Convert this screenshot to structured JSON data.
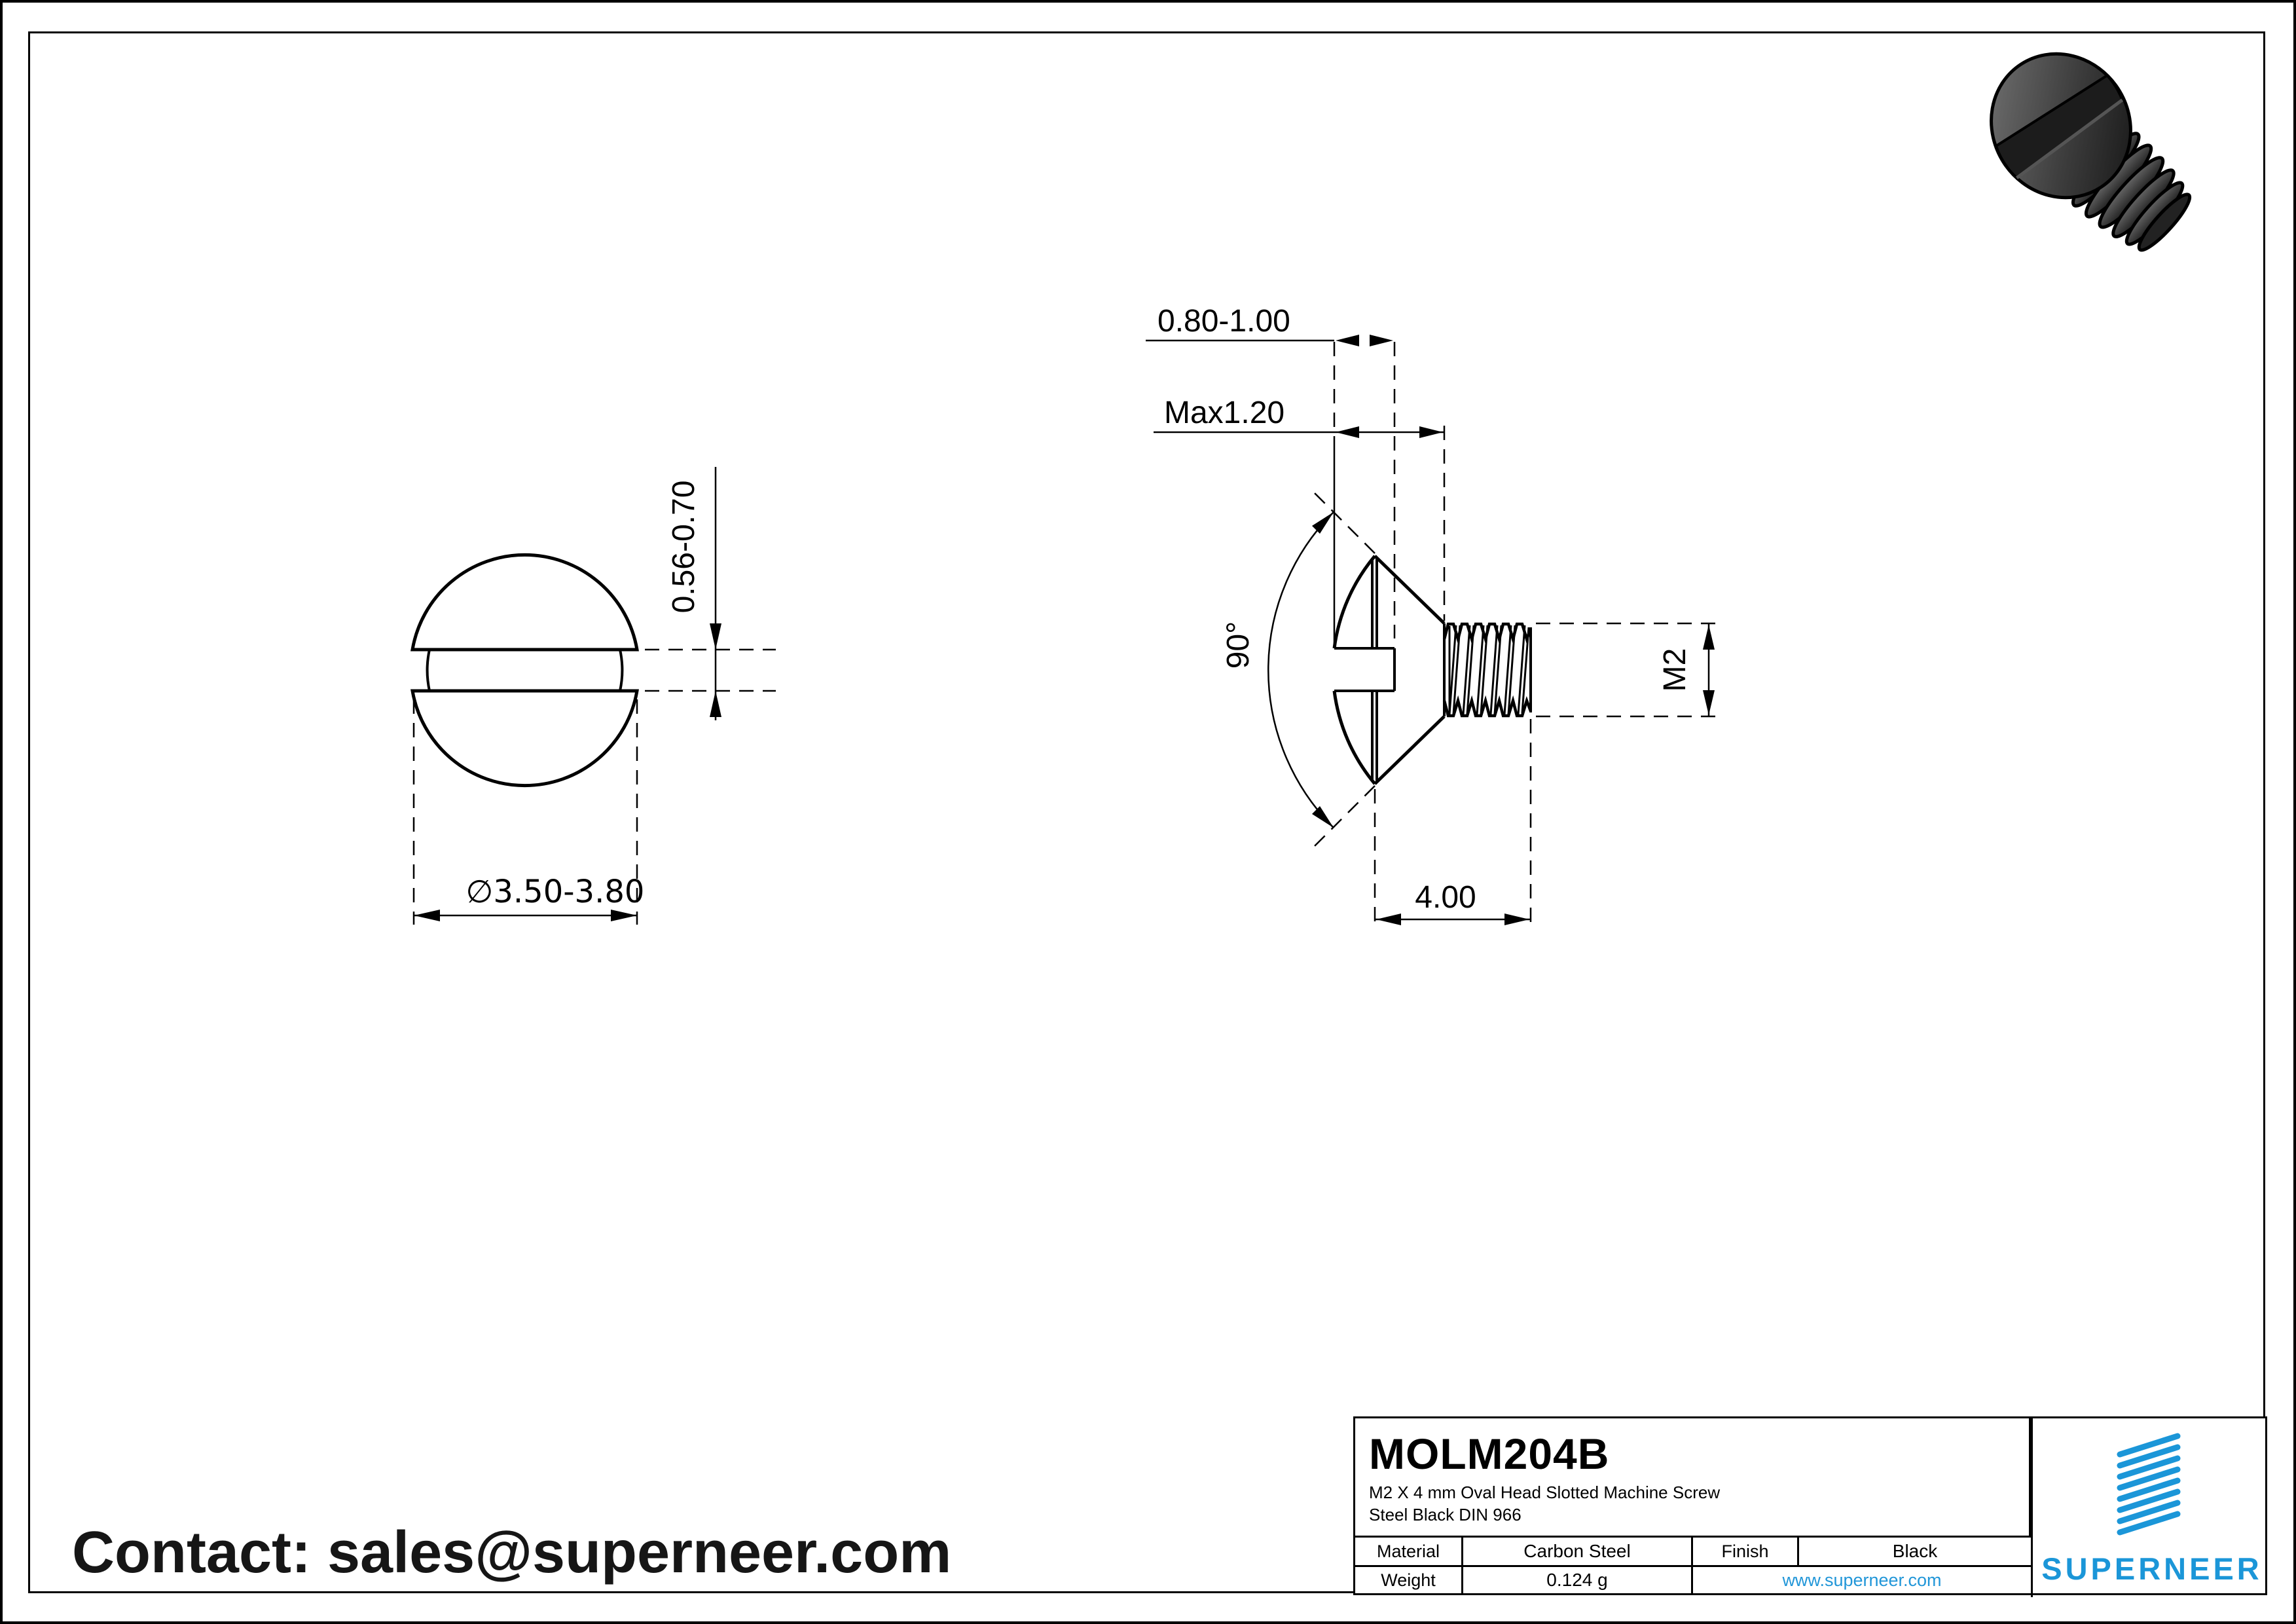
{
  "page": {
    "contact": "Contact: sales@superneer.com"
  },
  "views": {
    "front": {
      "slot_width": "0.56-0.70",
      "diameter": "∅3.50-3.80"
    },
    "side": {
      "slot_depth": "0.80-1.00",
      "head_height": "Max1.20",
      "angle": "90°",
      "length": "4.00",
      "thread": "M2"
    }
  },
  "title_block": {
    "part_number": "MOLM204B",
    "description_line1": "M2 X 4 mm  Oval Head Slotted Machine Screw",
    "description_line2": "Steel Black DIN 966",
    "material_label": "Material",
    "material_value": "Carbon Steel",
    "finish_label": "Finish",
    "finish_value": "Black",
    "weight_label": "Weight",
    "weight_value": "0.124 g",
    "website": "www.superneer.com",
    "brand": "SUPERNEER",
    "brand_color": "#1B96D8",
    "link_color": "#2196D8"
  }
}
